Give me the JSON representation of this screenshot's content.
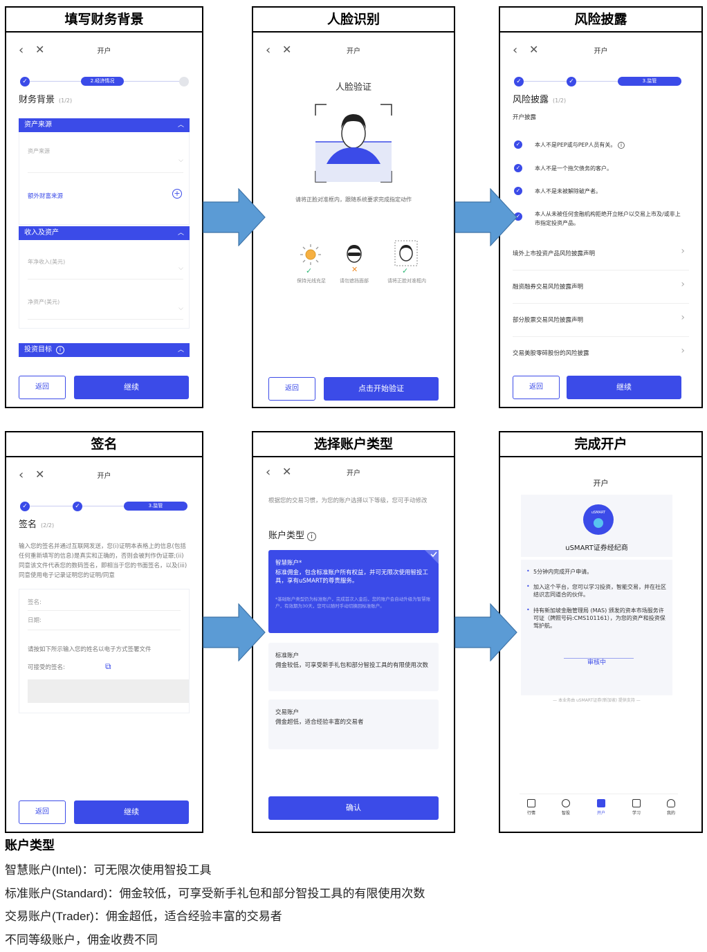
{
  "colors": {
    "accent": "#3b4be8",
    "arrow": "#5b9bd5",
    "arrow_border": "#3f74a8"
  },
  "nav_title": "开户",
  "panel1": {
    "title": "填写财务背景",
    "step_pill": "2.经济情况",
    "heading": "财务背景",
    "heading_count": "(1/2)",
    "section_assets": "资产来源",
    "field_assets": "资产来源",
    "extra_wealth": "额外财富来源",
    "section_income": "收入及资产",
    "field_income": "年净收入(美元)",
    "field_net": "净资产(美元)",
    "section_goal": "投资目标",
    "back": "返回",
    "continue": "继续"
  },
  "panel2": {
    "title": "人脸识别",
    "face_title": "人脸验证",
    "hint": "请将正脸对准框内，跟随系统要求完成指定动作",
    "tips": [
      "保持光线充足",
      "请勿遮挡面部",
      "请将正脸对准框内"
    ],
    "back": "返回",
    "start": "点击开始验证"
  },
  "panel3": {
    "title": "风险披露",
    "step_pill": "3.监管",
    "heading": "风险披露",
    "heading_count": "(1/2)",
    "subheading": "开户披露",
    "checks": [
      "本人不是PEP或与PEP人员有关。",
      "本人不是一个拖欠债务的客户。",
      "本人不是未被解除破产者。",
      "本人从未被任何金融机构拒绝开立帐户以交易上市及/或非上市指定投资产品。"
    ],
    "links": [
      "境外上市投资产品风险披露声明",
      "融资融券交易风险披露声明",
      "部分股票交易风险披露声明",
      "交易美股零碎股份的风险披露"
    ],
    "back": "返回",
    "continue": "继续"
  },
  "panel4": {
    "title": "签名",
    "step_pill": "3.监管",
    "heading": "签名",
    "heading_count": "(2/2)",
    "body": "输入您的签名并通过互联网发送，您(i)证明本表格上的信息(包括任何重新填写的信息)是真实和正确的，否则会被判作伪证罪;(ii)同意该文件代表您的数码签名，即相当于您的书面签名，以及(iii)同意使用电子记录证明您的证明/同意",
    "sign_label": "签名:",
    "date_label": "日期:",
    "instruction": "请按如下所示输入您的姓名以电子方式签署文件",
    "accept_label": "可接受的签名:",
    "back": "返回",
    "continue": "继续"
  },
  "panel5": {
    "title": "选择账户类型",
    "intro": "根据您的交易习惯，为您的账户选择以下等级，您可手动修改",
    "heading": "账户类型",
    "accounts": [
      {
        "name": "智慧账户*",
        "desc": "标准佣金，包含标准账户所有权益，并可无限次使用智投工具，享有uSMART的尊贵服务。",
        "note": "*基础账户类型仍为标准账户，完成首次入金后，您的账户会自动升级为智慧账户，有效期为30天，您可以随时手动切换回标准账户。"
      },
      {
        "name": "标准账户",
        "desc": "佣金较低，可享受新手礼包和部分智投工具的有限使用次数"
      },
      {
        "name": "交易账户",
        "desc": "佣金超低，适合经验丰富的交易者"
      }
    ],
    "confirm": "确认"
  },
  "panel6": {
    "title": "完成开户",
    "screen_title": "开户",
    "logo_text": "uSMART",
    "broker": "uSMART证券经纪商",
    "bullets": [
      "5分钟内完成开户申请。",
      "加入这个平台，您可以学习投资，智能交易，并在社区结识志同道合的伙伴。",
      "持有新加坡金融管理局 (MAS) 颁发的资本市场服务许可证（牌照号码:CMS101161），为您的资产和投资保驾护航。"
    ],
    "status": "审核中",
    "footer": "本业务由 uSMART证券(新加坡) 提供支持",
    "tabs": [
      "行情",
      "智投",
      "开户",
      "学习",
      "我的"
    ]
  },
  "legend": {
    "heading": "账户类型",
    "lines": [
      "智慧账户(Intel)：可无限次使用智投工具",
      "标准账户(Standard)：佣金较低，可享受新手礼包和部分智投工具的有限使用次数",
      "交易账户(Trader)：佣金超低，适合经验丰富的交易者",
      "不同等级账户，佣金收费不同"
    ]
  }
}
